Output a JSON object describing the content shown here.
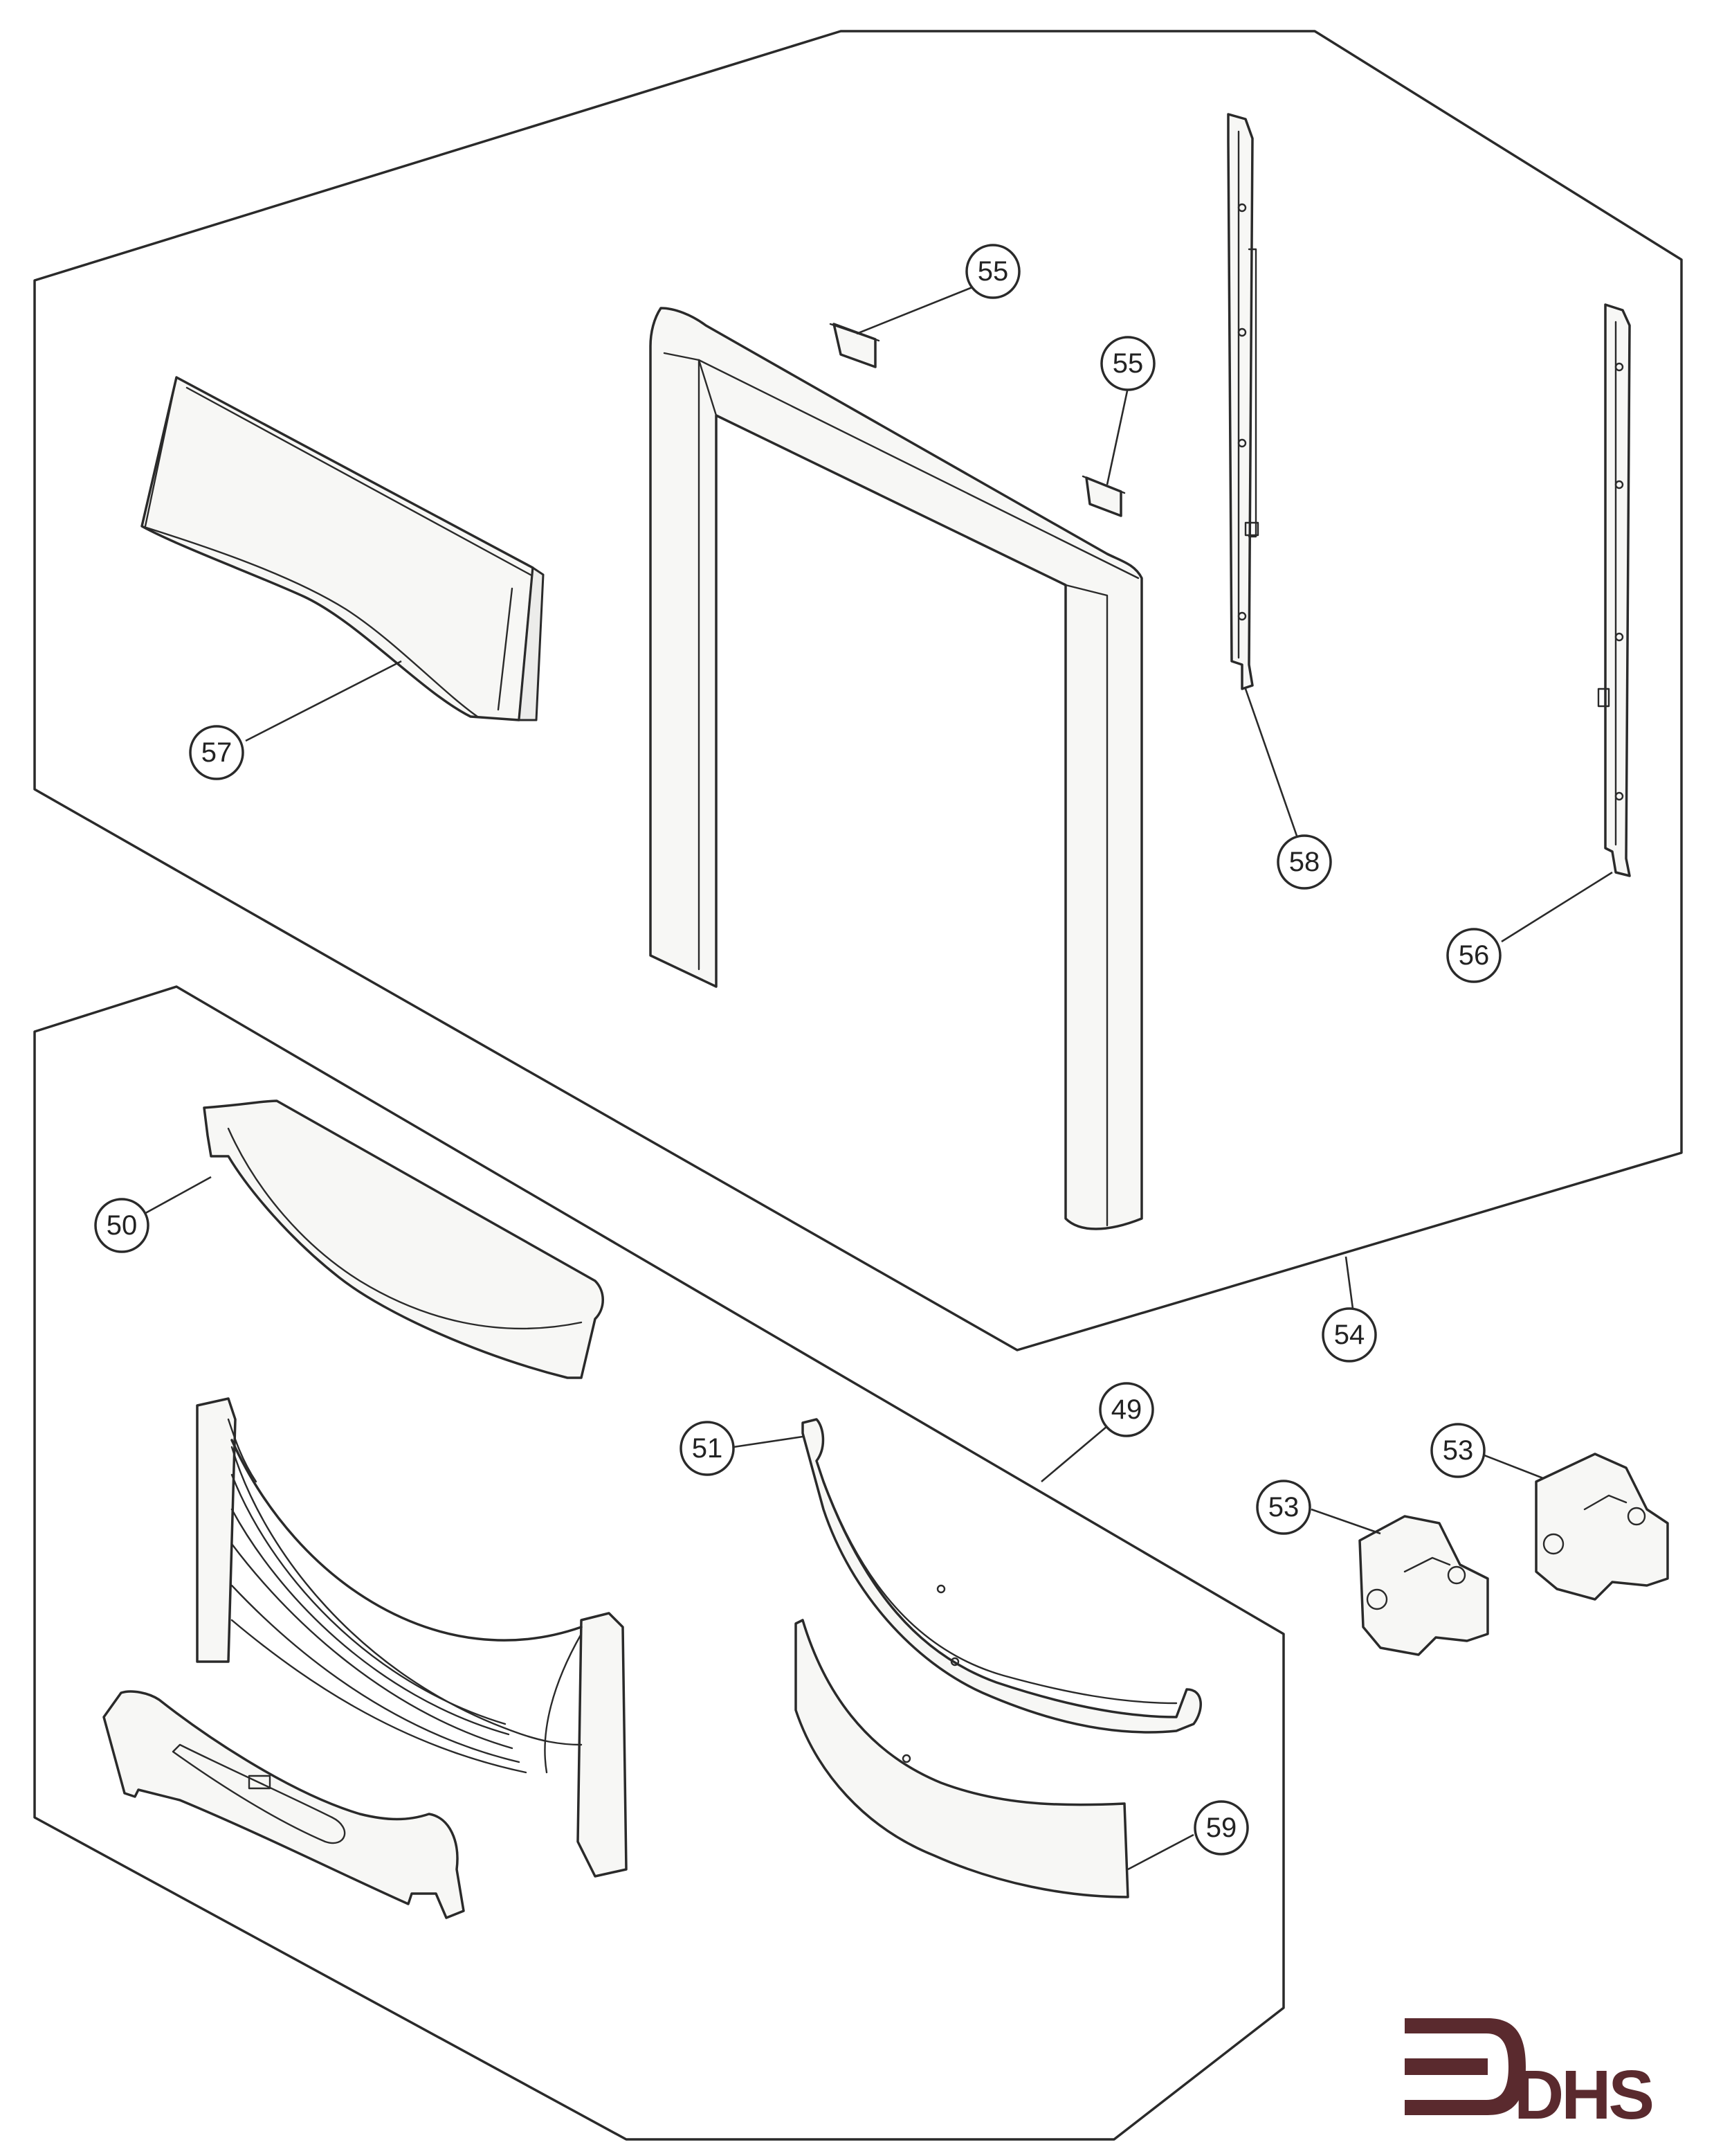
{
  "callouts": [
    {
      "id": "c55a",
      "label": "55"
    },
    {
      "id": "c55b",
      "label": "55"
    },
    {
      "id": "c57",
      "label": "57"
    },
    {
      "id": "c58",
      "label": "58"
    },
    {
      "id": "c56",
      "label": "56"
    },
    {
      "id": "c54",
      "label": "54"
    },
    {
      "id": "c50",
      "label": "50"
    },
    {
      "id": "c51",
      "label": "51"
    },
    {
      "id": "c49",
      "label": "49"
    },
    {
      "id": "c53a",
      "label": "53"
    },
    {
      "id": "c53b",
      "label": "53"
    },
    {
      "id": "c59",
      "label": "59"
    }
  ],
  "brand": {
    "text": "DHS",
    "color": "#5a2a2e"
  },
  "colors": {
    "line": "#2a2a2a",
    "paper": "#ffffff",
    "part_fill": "#f7f7f5"
  }
}
